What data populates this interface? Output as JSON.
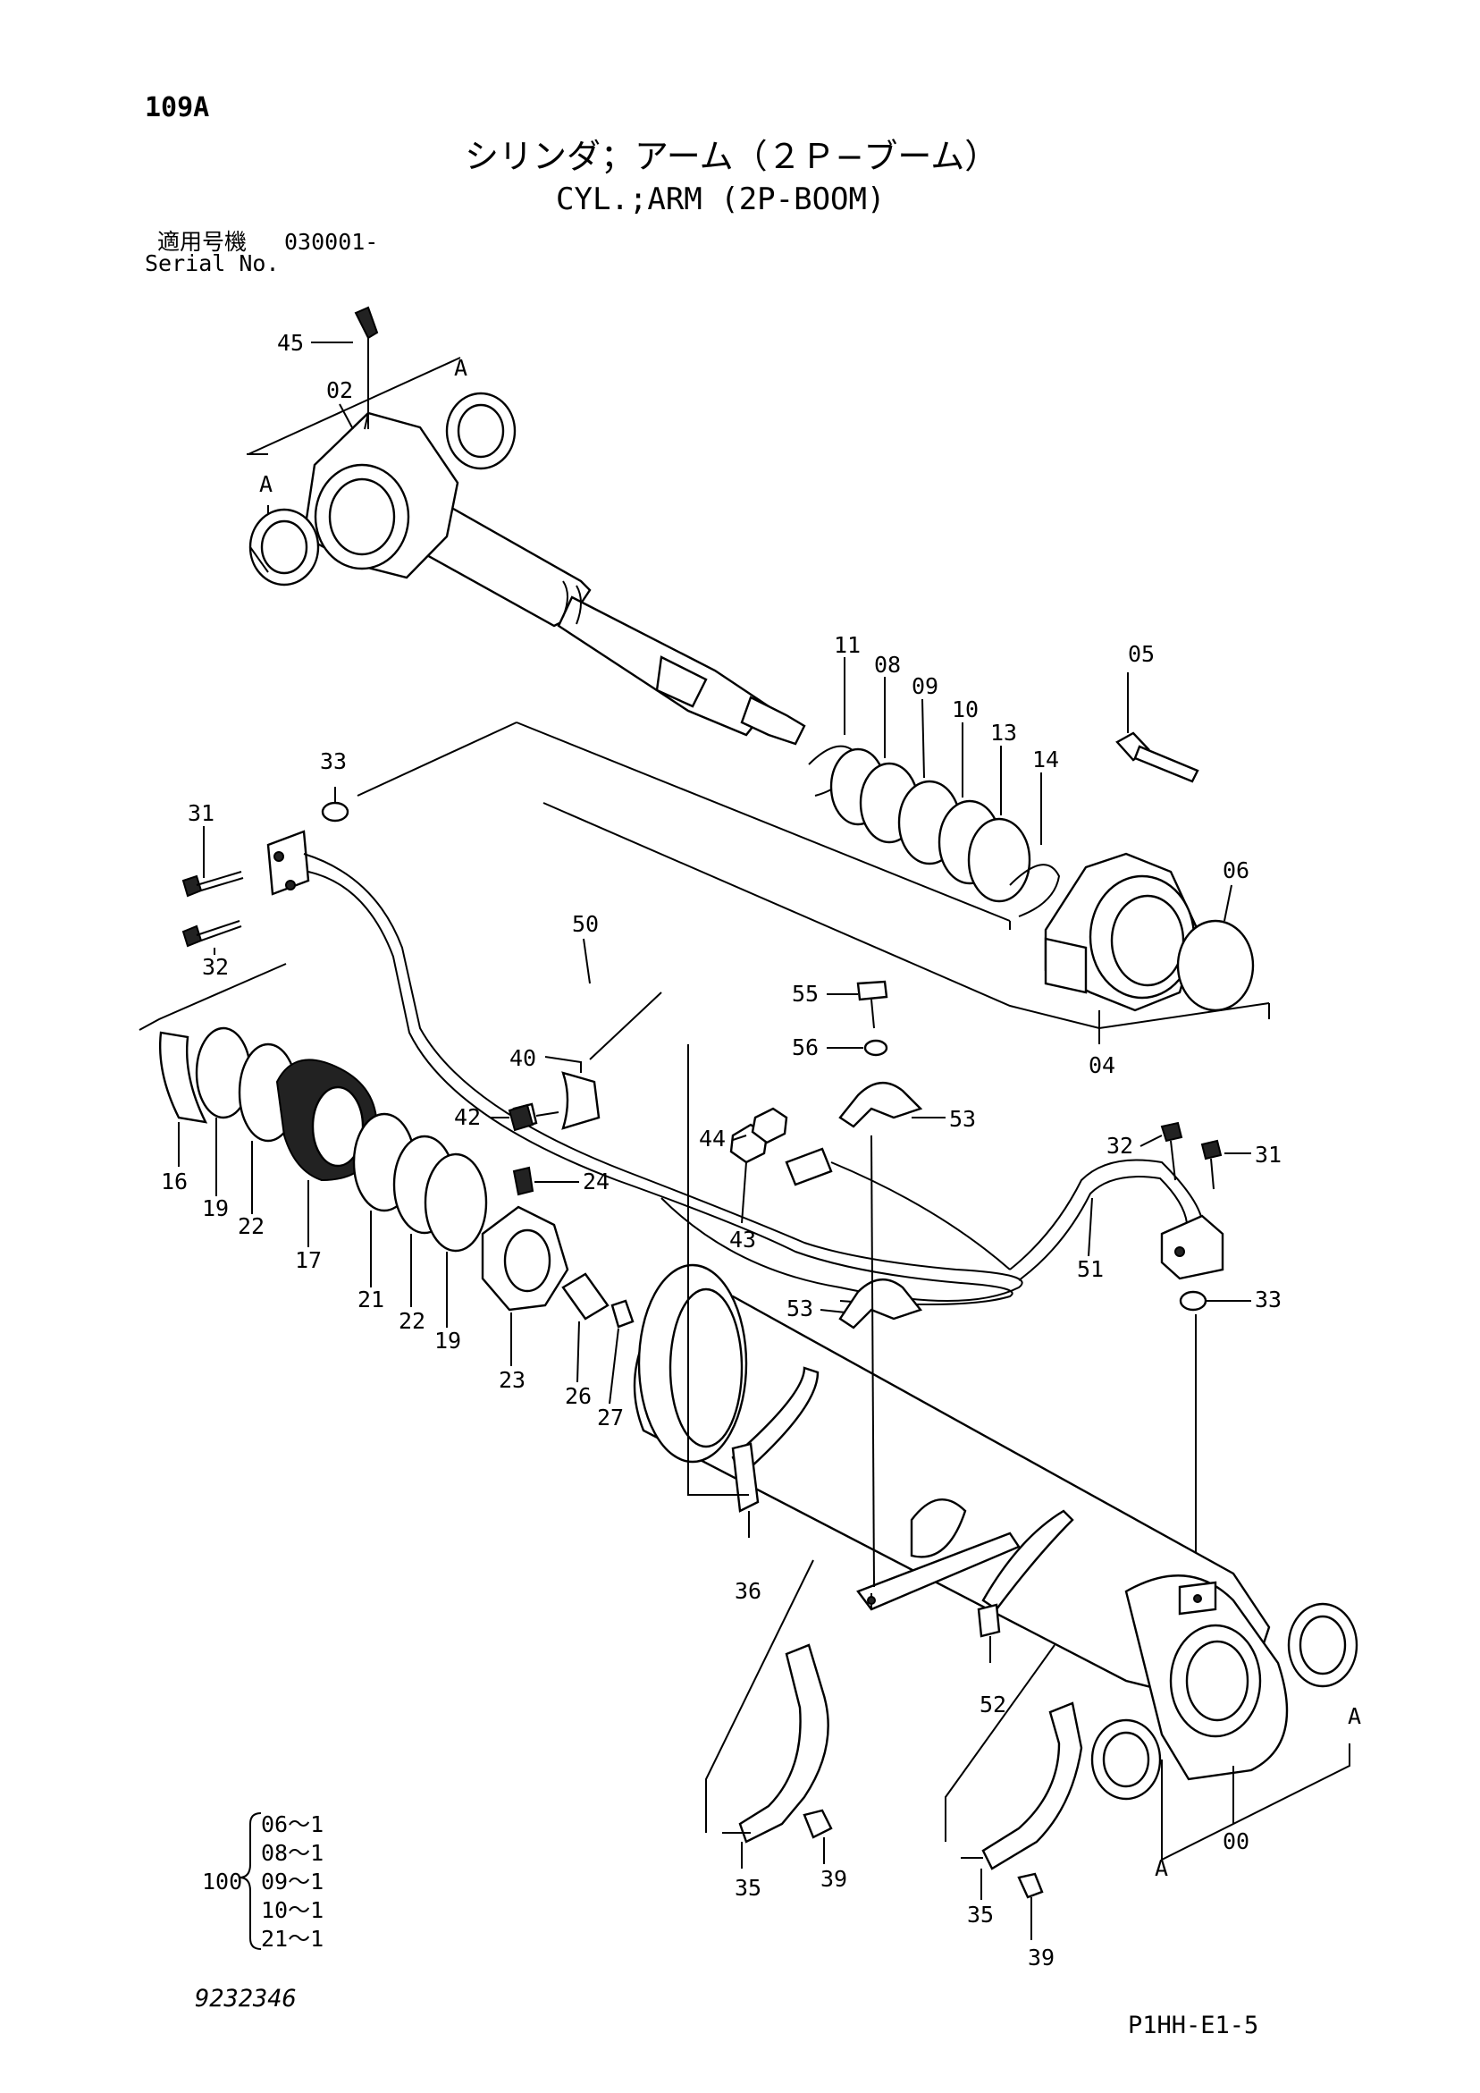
{
  "page_code": "109A",
  "title_jp": "シリンダ；アーム（２Ｐ−ブーム）",
  "title_en": "CYL.;ARM (2P-BOOM)",
  "serial": {
    "label_jp": "適用号機",
    "value": "030001-",
    "label_en": "Serial No."
  },
  "kit": {
    "number": "100",
    "items": [
      "06～1",
      "08～1",
      "09～1",
      "10～1",
      "21～1"
    ]
  },
  "drawing_number": "9232346",
  "sheet_id": "P1HH-E1-5",
  "part_labels": {
    "p00": "00",
    "p02": "02",
    "p04": "04",
    "p05": "05",
    "p06": "06",
    "p08": "08",
    "p09": "09",
    "p10": "10",
    "p11": "11",
    "p13": "13",
    "p14": "14",
    "p16": "16",
    "p17": "17",
    "p19a": "19",
    "p19b": "19",
    "p21": "21",
    "p22a": "22",
    "p22b": "22",
    "p23": "23",
    "p24": "24",
    "p26": "26",
    "p27": "27",
    "p31a": "31",
    "p31b": "31",
    "p32a": "32",
    "p32b": "32",
    "p33a": "33",
    "p33b": "33",
    "p35a": "35",
    "p35b": "35",
    "p36": "36",
    "p39a": "39",
    "p39b": "39",
    "p40": "40",
    "p42": "42",
    "p43": "43",
    "p44": "44",
    "p45": "45",
    "p50": "50",
    "p51": "51",
    "p52": "52",
    "p53a": "53",
    "p53b": "53",
    "p55": "55",
    "p56": "56",
    "a1": "A",
    "a2": "A",
    "a3": "A",
    "a4": "A"
  }
}
